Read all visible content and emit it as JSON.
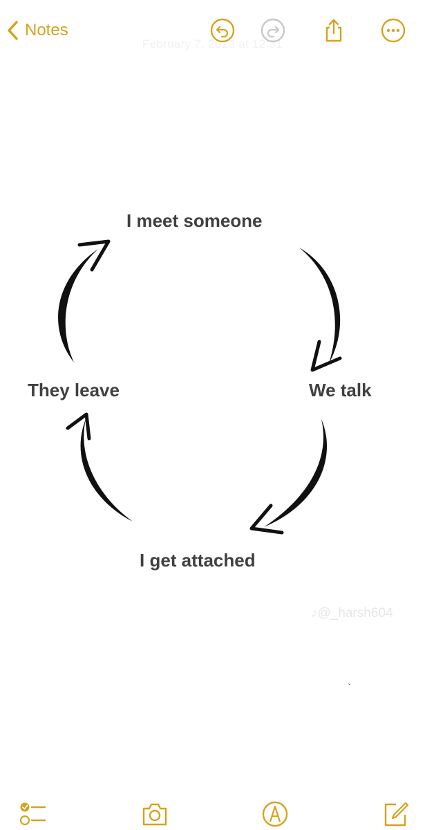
{
  "nav": {
    "back_label": "Notes",
    "date_ghost": "February 7, 2023 at 12:31"
  },
  "toolbar_top": {
    "icons": [
      "undo-icon",
      "redo-icon",
      "share-icon",
      "more-icon"
    ]
  },
  "diagram": {
    "type": "cycle",
    "nodes": [
      "I meet someone",
      "We talk",
      "I get attached",
      "They leave"
    ]
  },
  "watermark": "@_harsh604",
  "toolbar_bottom": {
    "icons": [
      "checklist-icon",
      "camera-icon",
      "markup-icon",
      "compose-icon"
    ]
  },
  "colors": {
    "accent": "#d6a21e",
    "text": "#404040",
    "disabled": "#c7c7cc",
    "background": "#ffffff"
  }
}
